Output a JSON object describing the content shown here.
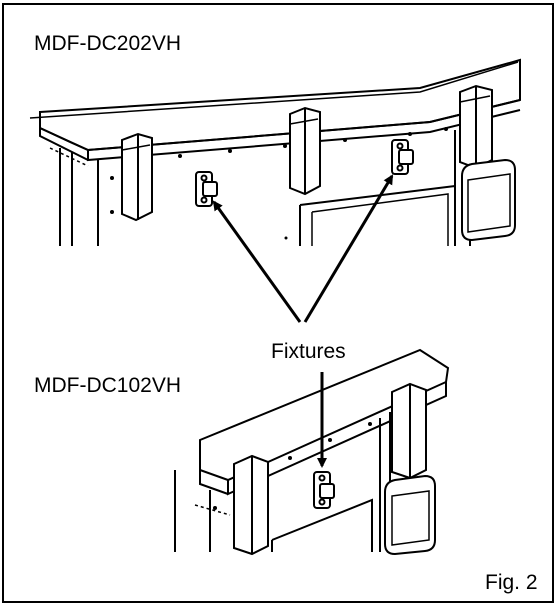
{
  "labels": {
    "model_top": "MDF-DC202VH",
    "fixtures": "Fixtures",
    "model_bottom": "MDF-DC102VH",
    "figure": "Fig. 2"
  }
}
